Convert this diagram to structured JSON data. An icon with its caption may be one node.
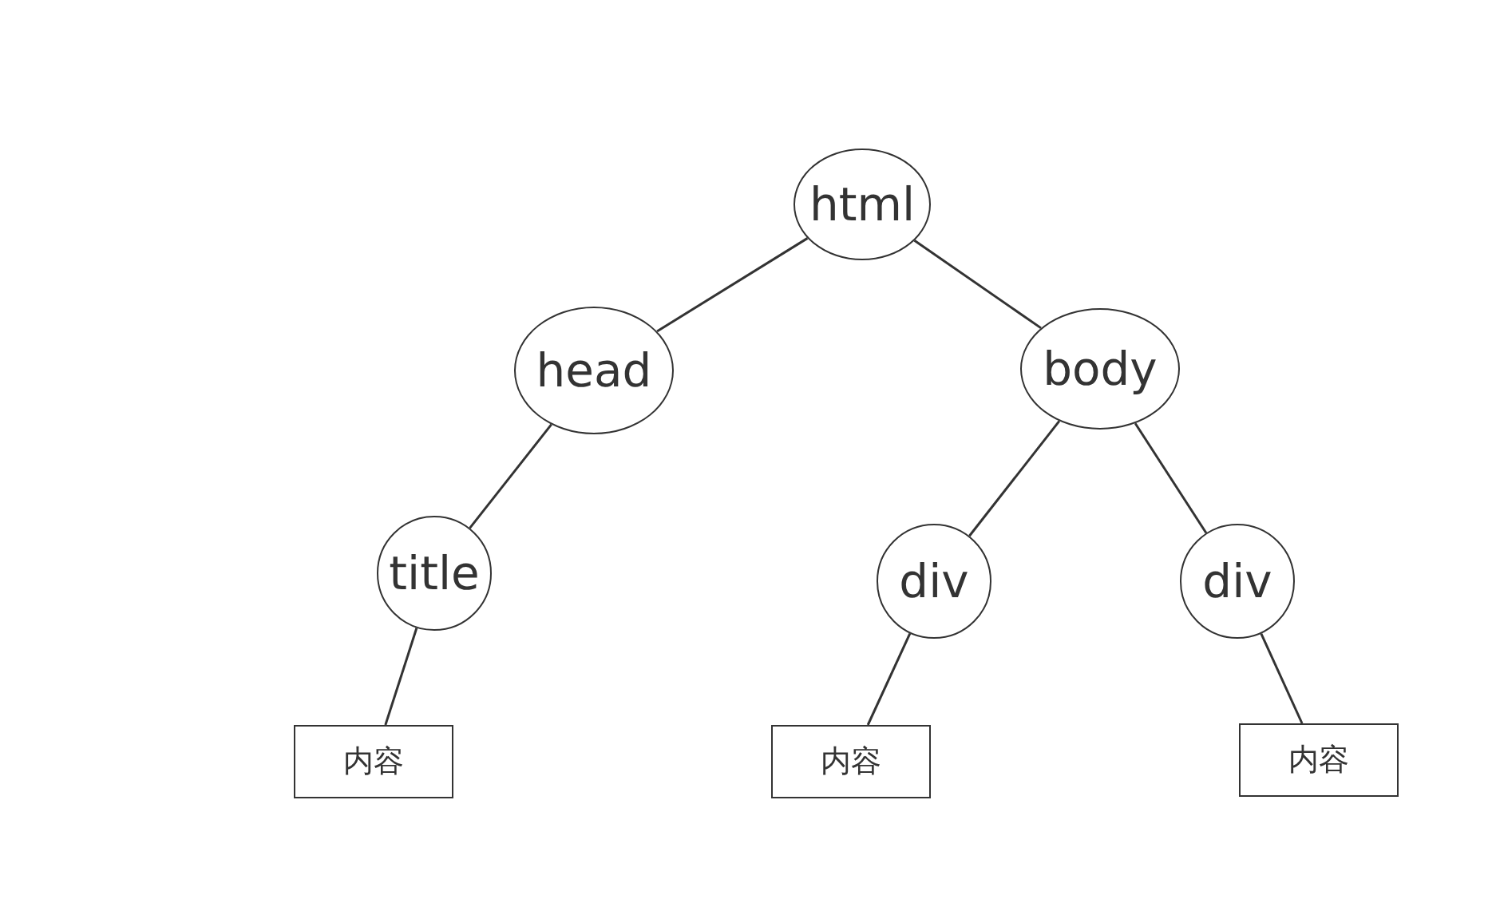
{
  "diagram": {
    "nodes": [
      {
        "text": [
          "html"
        ]
      },
      {
        "text": [
          "head"
        ]
      },
      {
        "text": [
          "body"
        ]
      },
      {
        "text": [
          "title"
        ]
      },
      {
        "text": [
          "div"
        ]
      },
      {
        "text": [
          "div"
        ]
      },
      {
        "text": [
          "内容"
        ]
      },
      {
        "text": [
          "内容"
        ]
      },
      {
        "text": [
          "内容"
        ]
      }
    ],
    "edges": [
      {
        "from": 0,
        "to": 1,
        "arrow": "none"
      },
      {
        "from": 0,
        "to": 2,
        "arrow": "none"
      },
      {
        "from": 1,
        "to": 3,
        "arrow": "none"
      },
      {
        "from": 2,
        "to": 4,
        "arrow": "none"
      },
      {
        "from": 2,
        "to": 5,
        "arrow": "none"
      },
      {
        "from": 3,
        "to": 6,
        "arrow": "none"
      },
      {
        "from": 4,
        "to": 7,
        "arrow": "none"
      },
      {
        "from": 5,
        "to": 8,
        "arrow": "none"
      }
    ]
  }
}
